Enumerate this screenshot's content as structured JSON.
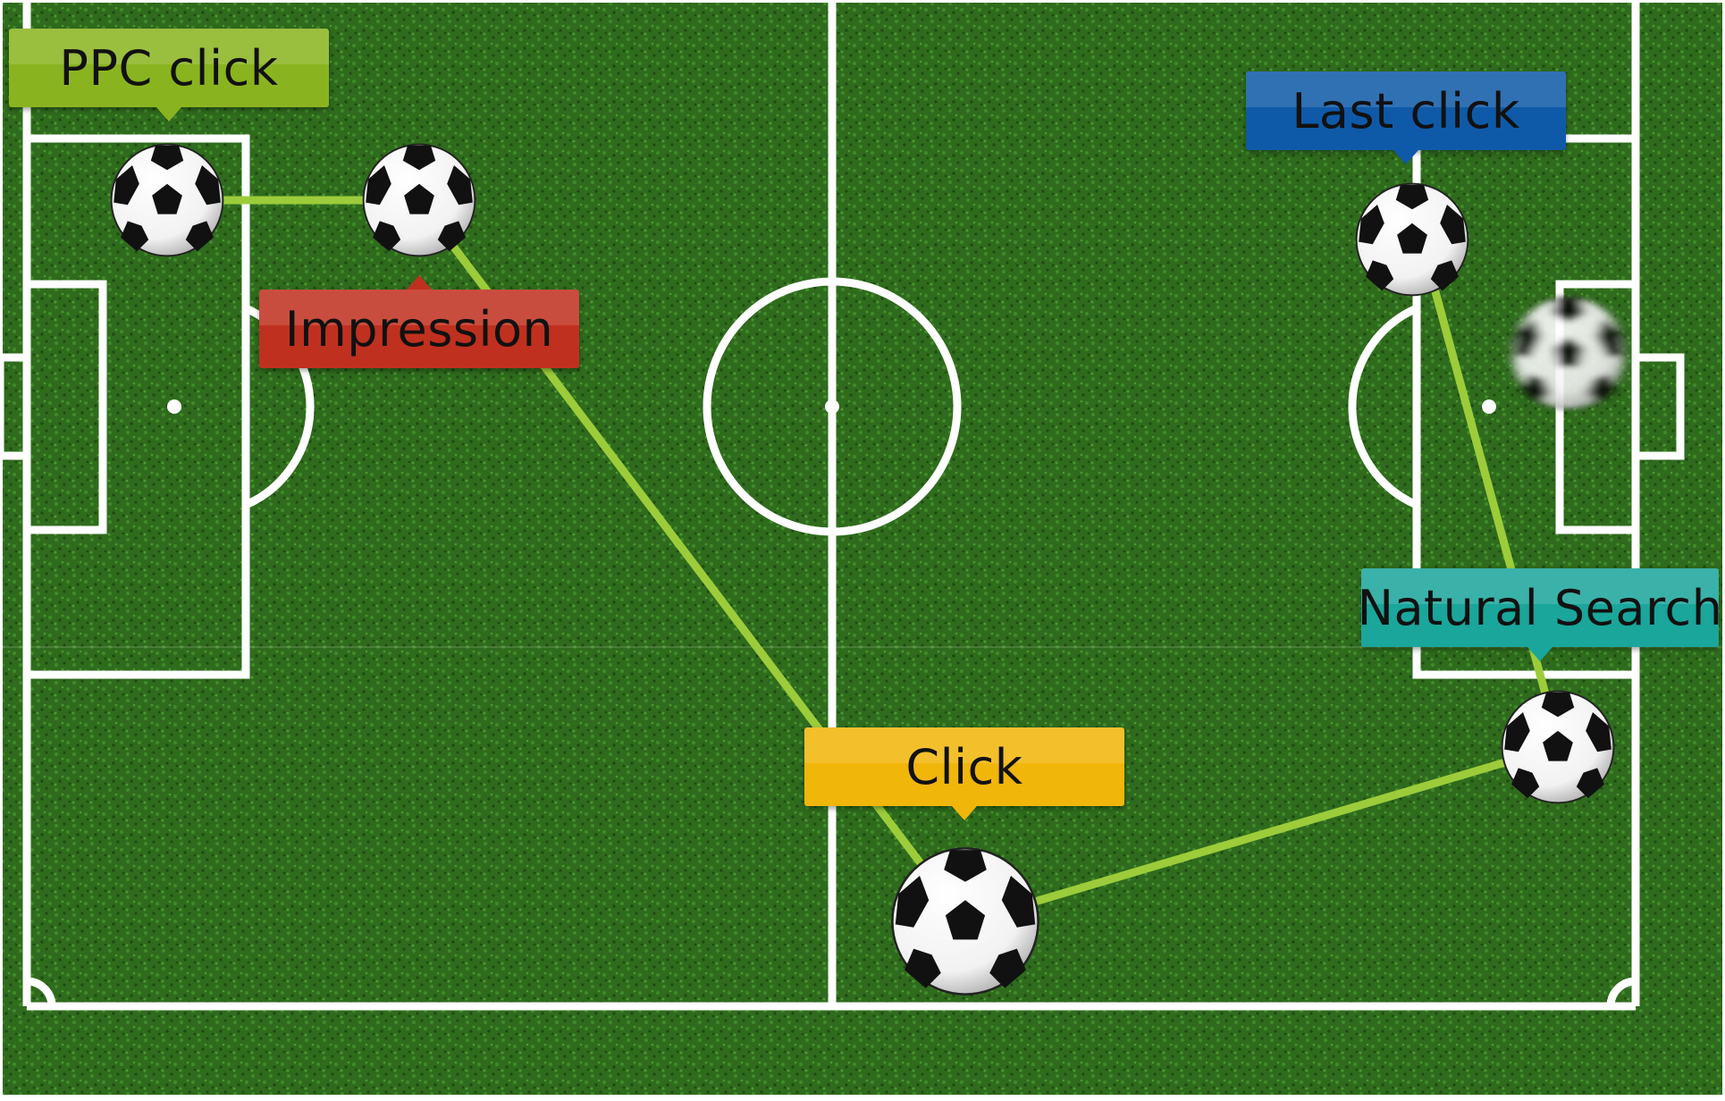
{
  "colors": {
    "grass_dark": "#1f4a12",
    "grass_mid": "#2f6b1d",
    "grass_light": "#3f8a2a",
    "pitch_lines": "#ffffff",
    "path_line": "#9ccc3a"
  },
  "field": {
    "description_icon": "soccer-field-icon"
  },
  "balls": [
    {
      "name": "ball-ppc-click",
      "icon": "soccer-ball-icon"
    },
    {
      "name": "ball-impression",
      "icon": "soccer-ball-icon"
    },
    {
      "name": "ball-click",
      "icon": "soccer-ball-icon"
    },
    {
      "name": "ball-natural-search",
      "icon": "soccer-ball-icon"
    },
    {
      "name": "ball-last-click",
      "icon": "soccer-ball-icon"
    },
    {
      "name": "ball-goal-shot",
      "icon": "blurred-soccer-ball-icon"
    }
  ],
  "labels": {
    "ppc_click": {
      "text": "PPC click",
      "color": "#8ab41f"
    },
    "impression": {
      "text": "Impression",
      "color": "#c0301f"
    },
    "click": {
      "text": "Click",
      "color": "#f1b60a"
    },
    "natural_search": {
      "text": "Natural Search",
      "color": "#1aa69b"
    },
    "last_click": {
      "text": "Last click",
      "color": "#0f5aa8"
    }
  }
}
